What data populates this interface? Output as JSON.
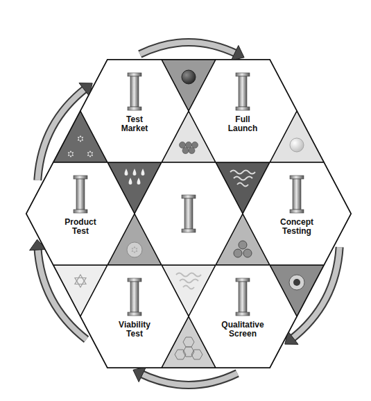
{
  "diagram": {
    "nodes": [
      {
        "text": [
          "Test Market"
        ]
      },
      {
        "text": [
          "Full Launch"
        ]
      },
      {
        "text": [
          "Product Test"
        ]
      },
      {
        "text": [
          "Concept Testing"
        ]
      },
      {
        "text": [
          "Viability Test"
        ]
      },
      {
        "text": [
          "Qualitative Screen"
        ]
      }
    ],
    "edges": [
      {
        "from": 3,
        "to": 5,
        "arrow": "to"
      },
      {
        "from": 5,
        "to": 4,
        "arrow": "to"
      },
      {
        "from": 4,
        "to": 2,
        "arrow": "to"
      },
      {
        "from": 2,
        "to": 0,
        "arrow": "to"
      },
      {
        "from": 0,
        "to": 1,
        "arrow": "to"
      }
    ]
  }
}
